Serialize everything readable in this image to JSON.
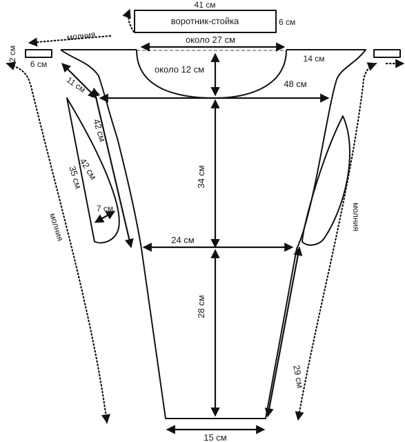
{
  "labels": {
    "collar_width": "41 см",
    "collar_name": "воротник-стойка",
    "collar_height": "6 см",
    "zipper": "молния",
    "neck_width": "около 27 см",
    "neck_depth": "около 12 см",
    "shoulder": "14 см",
    "tab_side": "2 см",
    "tab_len": "6 см",
    "armhole": "11 см",
    "chest": "48 см",
    "sleeve_edge": "42 см",
    "sleeve_inner": "42 см",
    "sleeve_side": "35 см",
    "sleeve_cuff": "7 см",
    "body_upper": "34 см",
    "waist": "24 см",
    "body_lower": "28 см",
    "side_lower": "29 см",
    "hem": "15 см"
  }
}
